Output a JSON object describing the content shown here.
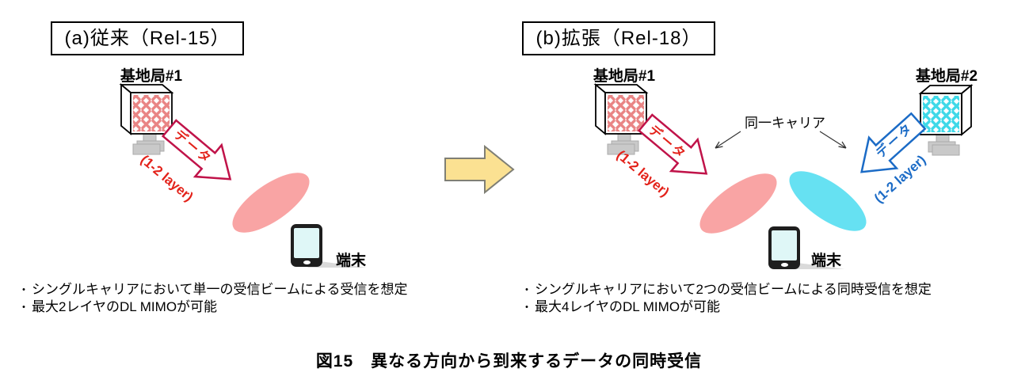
{
  "figure": {
    "caption": "図15　異なる方向から到来するデータの同時受信"
  },
  "panel_a": {
    "title": "(a)従来（Rel-15）",
    "base_station_label": "基地局#1",
    "data_arrow_label": "データ",
    "data_arrow_layers": "(1-2 layer)",
    "terminal_label": "端末",
    "bullet_char": "・",
    "bullets": [
      "シングルキャリアにおいて単一の受信ビームによる受信を想定",
      "最大2レイヤのDL MIMOが可能"
    ]
  },
  "panel_b": {
    "title": "(b)拡張（Rel-18）",
    "base_station1_label": "基地局#1",
    "base_station2_label": "基地局#2",
    "same_carrier_label": "同一キャリア",
    "red_arrow_label": "データ",
    "red_arrow_layers": "(1-2 layer)",
    "blue_arrow_label": "データ",
    "blue_arrow_layers": "(1-2 layer)",
    "terminal_label": "端末",
    "bullet_char": "・",
    "bullets": [
      "シングルキャリアにおいて2つの受信ビームによる同時受信を想定",
      "最大4レイヤのDL MIMOが可能"
    ]
  },
  "colors": {
    "red_antenna": "#E98585",
    "cyan_antenna": "#3FD9E8",
    "red_arrow_outline": "#C01349",
    "red_text": "#E32119",
    "blue_arrow": "#1B6BC6",
    "pink_beam": "#F9A4A4",
    "cyan_beam": "#66E1F2",
    "transition_arrow_fill": "#FBE192"
  }
}
